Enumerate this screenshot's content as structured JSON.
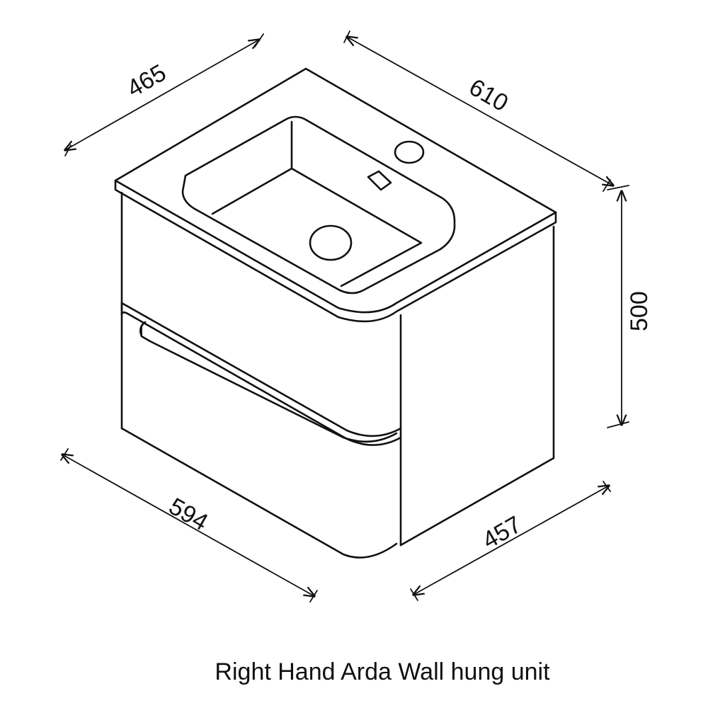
{
  "dimensions": {
    "top_depth": "465",
    "top_width": "610",
    "height": "500",
    "base_width": "594",
    "base_depth": "457"
  },
  "caption": "Right Hand Arda Wall hung unit"
}
